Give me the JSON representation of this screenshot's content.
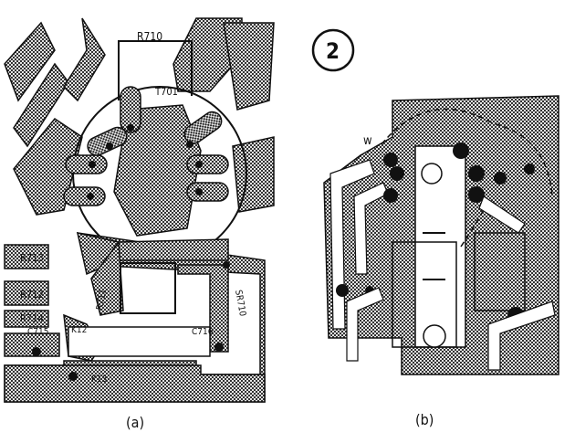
{
  "figure_number": "2",
  "panels": {
    "a": {
      "caption": "(a)",
      "labels": {
        "r710": "R710",
        "t701": "T701",
        "r713": "R713",
        "r712": "R712",
        "r714": "R714",
        "c715": "C715",
        "k12": "K12",
        "k13": "K13",
        "r711": "R711",
        "sr710": "SR710",
        "c716": "C716"
      }
    },
    "b": {
      "caption": "(b)",
      "labels": {
        "w": "w"
      }
    }
  },
  "colors": {
    "ink": "#111111",
    "copper": "#3a3a3a",
    "paper": "#ffffff"
  }
}
